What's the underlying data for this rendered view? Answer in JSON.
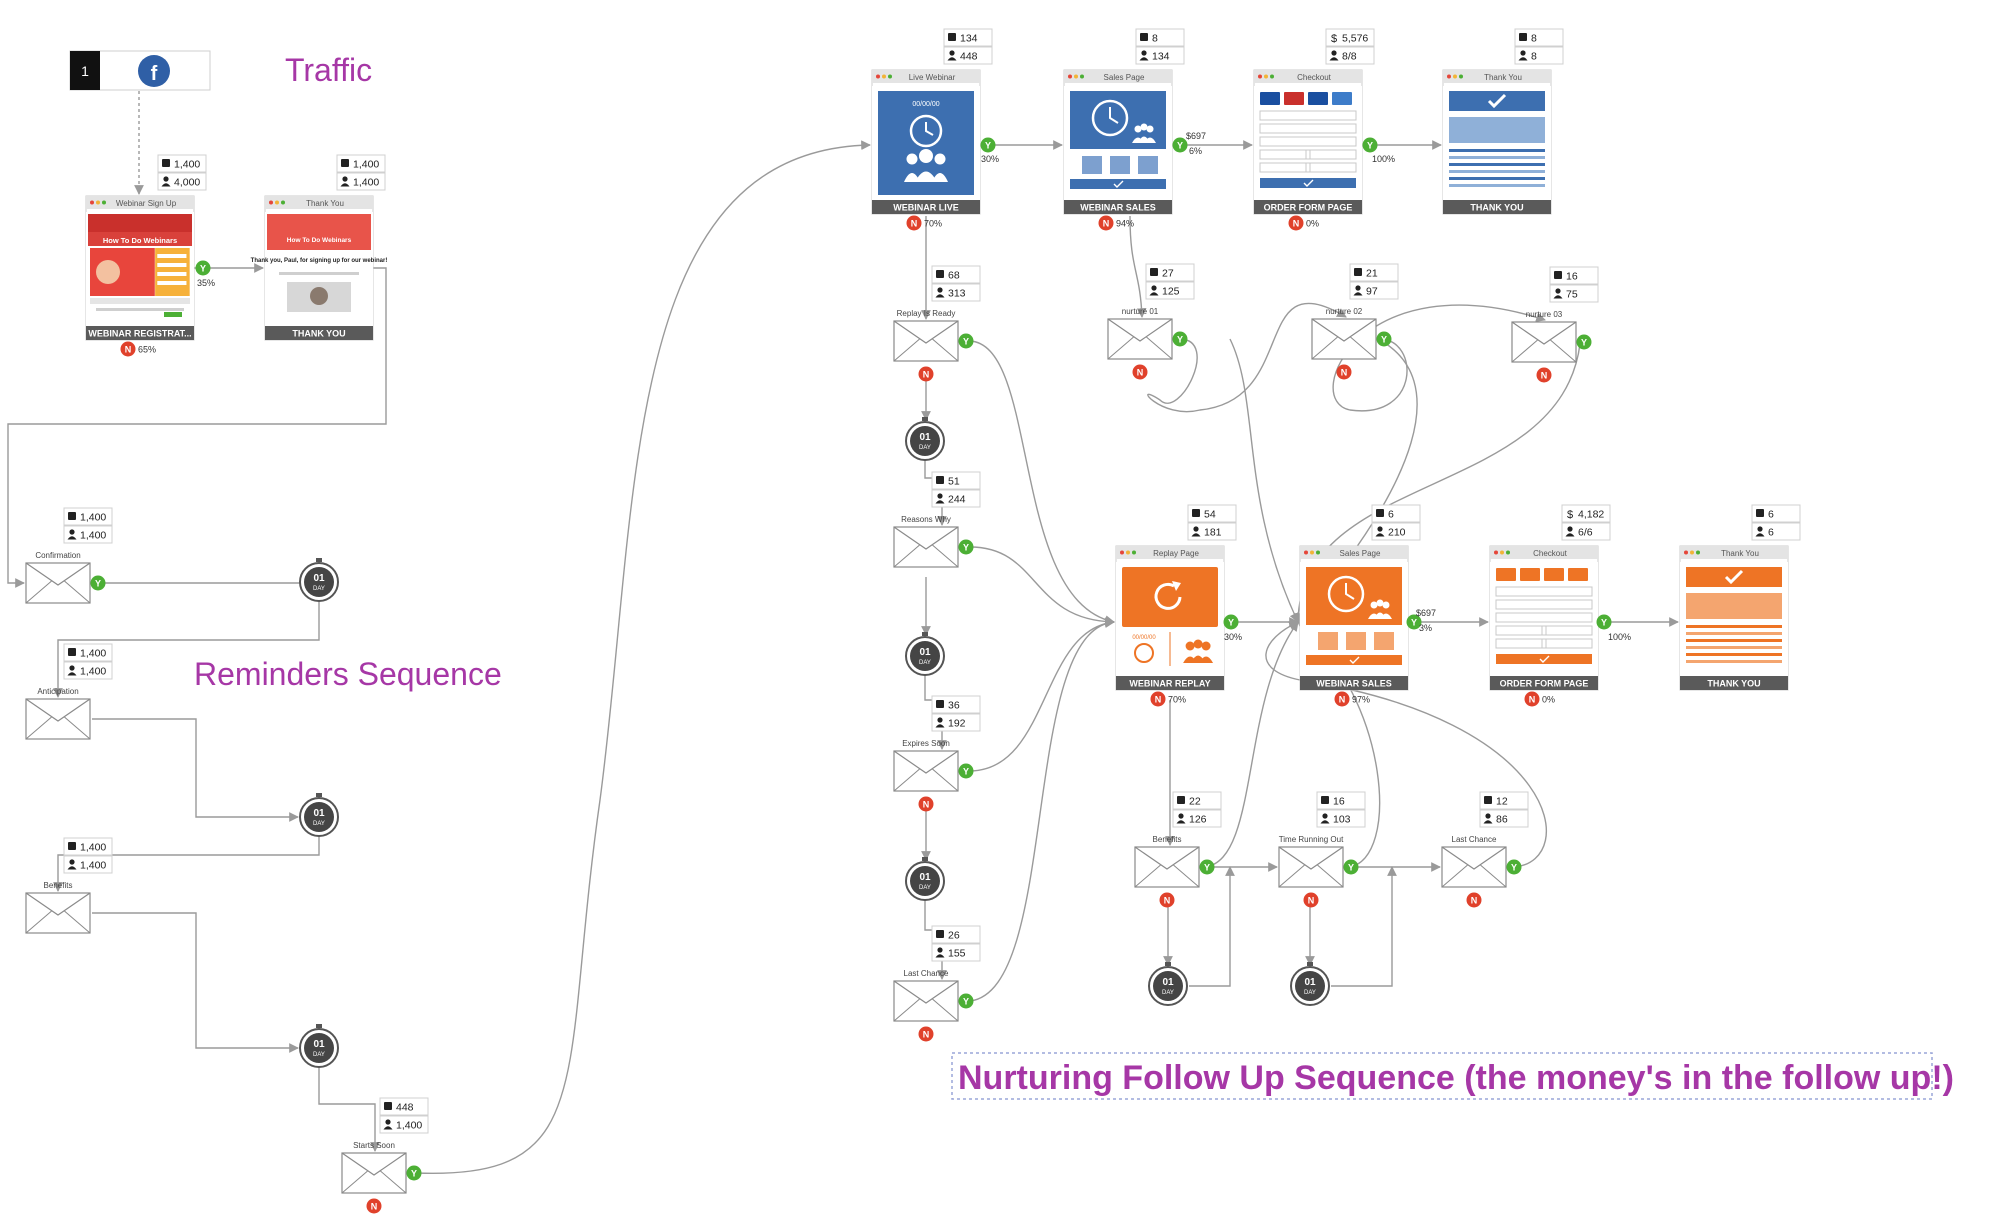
{
  "sections": {
    "traffic": "Traffic",
    "reminders": "Reminders Sequence",
    "nurturing": "Nurturing Follow Up Sequence (the money's in the follow up!)"
  },
  "colors": {
    "section_text": "#a637a6",
    "blue": "#3d6fb0",
    "orange": "#ee7425",
    "yes": "#4caf35",
    "no": "#e0412b",
    "line": "#9a9a9a",
    "bar": "#5a5a5a"
  },
  "source": {
    "label": "1",
    "icon": "facebook-icon"
  },
  "pages": [
    {
      "id": "p_signup",
      "header": "Webinar Sign Up",
      "title": "WEBINAR REGISTRAT...",
      "theme": "signup",
      "stats": [
        "1,400",
        "4,000"
      ],
      "stat_icons": [
        "check",
        "user"
      ],
      "no": "65%"
    },
    {
      "id": "p_thanks1",
      "header": "Thank You",
      "title": "THANK YOU",
      "theme": "thanks1",
      "stats": [
        "1,400",
        "1,400"
      ],
      "stat_icons": [
        "check",
        "user"
      ],
      "texts": [
        "How To Do Webinars",
        "Thank you, Paul, for signing up for our webinar!"
      ]
    },
    {
      "id": "p_live",
      "header": "Live Webinar",
      "title": "WEBINAR LIVE",
      "theme": "blue-live",
      "stats": [
        "134",
        "448"
      ],
      "stat_icons": [
        "check",
        "user"
      ],
      "no": "70%",
      "timer": "00/00/00"
    },
    {
      "id": "p_sales1",
      "header": "Sales Page",
      "title": "WEBINAR SALES",
      "theme": "blue-sales",
      "stats": [
        "8",
        "134"
      ],
      "stat_icons": [
        "check",
        "user"
      ],
      "no": "94%"
    },
    {
      "id": "p_checkout1",
      "header": "Checkout",
      "title": "ORDER FORM PAGE",
      "theme": "blue-checkout",
      "stats": [
        "5,576",
        "8/8"
      ],
      "stat_icons": [
        "dollar",
        "user"
      ],
      "no": "0%"
    },
    {
      "id": "p_thanks2",
      "header": "Thank You",
      "title": "THANK YOU",
      "theme": "blue-thanks",
      "stats": [
        "8",
        "8"
      ],
      "stat_icons": [
        "check",
        "user"
      ]
    },
    {
      "id": "p_replay",
      "header": "Replay Page",
      "title": "WEBINAR REPLAY",
      "theme": "orange-replay",
      "stats": [
        "54",
        "181"
      ],
      "stat_icons": [
        "check",
        "user"
      ],
      "no": "70%",
      "timer": "00/00/00"
    },
    {
      "id": "p_sales2",
      "header": "Sales Page",
      "title": "WEBINAR SALES",
      "theme": "orange-sales",
      "stats": [
        "6",
        "210"
      ],
      "stat_icons": [
        "check",
        "user"
      ],
      "no": "97%"
    },
    {
      "id": "p_checkout2",
      "header": "Checkout",
      "title": "ORDER FORM PAGE",
      "theme": "orange-checkout",
      "stats": [
        "4,182",
        "6/6"
      ],
      "stat_icons": [
        "dollar",
        "user"
      ],
      "no": "0%"
    },
    {
      "id": "p_thanks3",
      "header": "Thank You",
      "title": "THANK YOU",
      "theme": "orange-thanks",
      "stats": [
        "6",
        "6"
      ],
      "stat_icons": [
        "check",
        "user"
      ]
    }
  ],
  "emails": [
    {
      "id": "e_confirm",
      "label": "Confirmation",
      "stats": [
        "1,400",
        "1,400"
      ]
    },
    {
      "id": "e_anticip",
      "label": "Anticipation",
      "stats": [
        "1,400",
        "1,400"
      ]
    },
    {
      "id": "e_benefits1",
      "label": "Benefits",
      "stats": [
        "1,400",
        "1,400"
      ]
    },
    {
      "id": "e_starts",
      "label": "Starts Soon",
      "stats": [
        "448",
        "1,400"
      ]
    },
    {
      "id": "e_replay_ready",
      "label": "Replay Is Ready",
      "stats": [
        "68",
        "313"
      ]
    },
    {
      "id": "e_reasons",
      "label": "Reasons Why",
      "stats": [
        "51",
        "244"
      ]
    },
    {
      "id": "e_expires",
      "label": "Expires Soon",
      "stats": [
        "36",
        "192"
      ]
    },
    {
      "id": "e_last1",
      "label": "Last Chance",
      "stats": [
        "26",
        "155"
      ]
    },
    {
      "id": "e_nurture1",
      "label": "nurture 01",
      "stats": [
        "27",
        "125"
      ]
    },
    {
      "id": "e_nurture2",
      "label": "nurture 02",
      "stats": [
        "21",
        "97"
      ]
    },
    {
      "id": "e_nurture3",
      "label": "nurture 03",
      "stats": [
        "16",
        "75"
      ]
    },
    {
      "id": "e_benefits2",
      "label": "Benefits",
      "stats": [
        "22",
        "126"
      ]
    },
    {
      "id": "e_timerun",
      "label": "Time Running Out",
      "stats": [
        "16",
        "103"
      ]
    },
    {
      "id": "e_last2",
      "label": "Last Chance",
      "stats": [
        "12",
        "86"
      ]
    }
  ],
  "delay": {
    "top": "01",
    "bottom": "DAY"
  },
  "badges": {
    "yes": "Y",
    "no": "N"
  },
  "edge_labels": [
    "35%",
    "30%",
    "$697",
    "6%",
    "100%",
    "30%",
    "$697",
    "3%",
    "100%"
  ]
}
